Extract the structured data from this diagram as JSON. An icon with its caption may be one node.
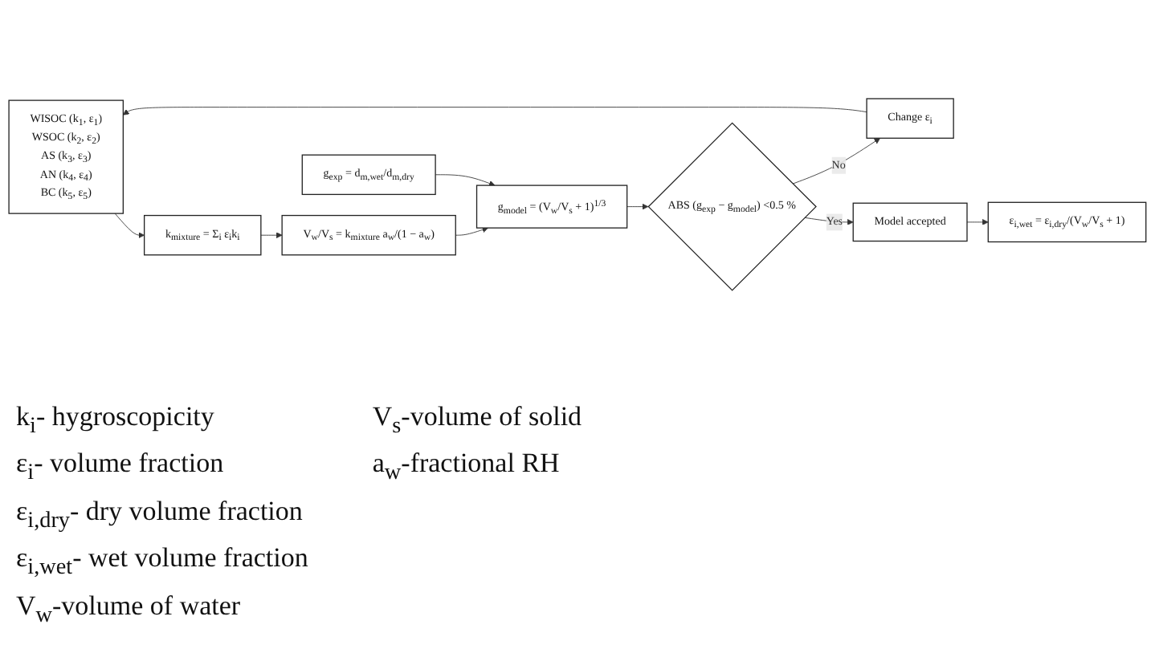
{
  "diagram": {
    "nodes": [
      {
        "text": [
          "WISOC (k$_{1}$, ε$_{1}$)",
          "WSOC (k$_{2}$, ε$_{2}$)",
          "AS (k$_{3}$, ε$_{3}$)",
          "AN (k$_{4}$, ε$_{4}$)",
          "BC (k$_{5}$, ε$_{5}$)"
        ]
      },
      {
        "text": [
          "k$_{mixture}$ = Σ$_{i}$ ε$_{i}$k$_{i}$"
        ]
      },
      {
        "text": [
          "V$_{w}$/V$_{s}$ = k$_{mixture}$ a$_{w}$/(1 − a$_{w}$)"
        ]
      },
      {
        "text": [
          "g$_{exp}$ = d$_{m,wet}$/d$_{m,dry}$"
        ]
      },
      {
        "text": [
          "g$_{model}$ = (V$_{w}$/V$_{s}$ + 1)$^{1/3}$"
        ]
      },
      {
        "text": [
          "ABS (g$_{exp}$ − g$_{model}$) <0.5 %"
        ]
      },
      {
        "text": [
          "Change ε$_{i}$"
        ]
      },
      {
        "text": [
          "Model accepted"
        ]
      },
      {
        "text": [
          "ε$_{i,wet}$ = ε$_{i,dry}$/(V$_{w}$/V$_{s}$ + 1)"
        ]
      }
    ],
    "edges": [
      {
        "from": 0,
        "to": 1,
        "arrow": "to"
      },
      {
        "from": 1,
        "to": 2,
        "arrow": "to"
      },
      {
        "from": 2,
        "to": 4,
        "arrow": "to"
      },
      {
        "from": 3,
        "to": 4,
        "arrow": "to"
      },
      {
        "from": 4,
        "to": 5,
        "arrow": "to"
      },
      {
        "from": 5,
        "to": 6,
        "label": "No",
        "arrow": "to"
      },
      {
        "from": 6,
        "to": 0,
        "arrow": "to"
      },
      {
        "from": 5,
        "to": 7,
        "label": "Yes",
        "arrow": "to"
      },
      {
        "from": 7,
        "to": 8,
        "arrow": "to"
      }
    ],
    "labels": [
      "k$_{i}$- hygroscopicity",
      "ε$_{i}$- volume fraction",
      "ε$_{i,dry}$- dry volume fraction",
      "ε$_{i,wet}$- wet volume fraction",
      "V$_{w}$-volume of water",
      "V$_{s}$-volume of solid",
      "a$_{w}$-fractional RH"
    ]
  }
}
